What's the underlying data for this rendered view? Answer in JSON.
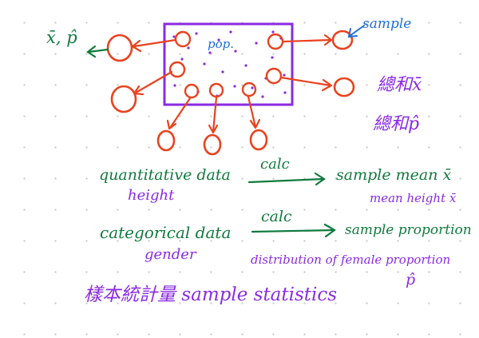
{
  "colors": {
    "population": "#8a2be2",
    "sample": "#e8431f",
    "blue": "#1f6fd6",
    "green": "#117a3e",
    "purple": "#8a2be2"
  },
  "labels": {
    "estimates": "x̄, p̂",
    "population": "pop.",
    "sample": "sample",
    "xbar_name": "總和x̄",
    "phat_name": "總和p̂"
  },
  "rows": {
    "quantitative": "quantitative data",
    "quant_calc": "calc",
    "quant_result": "sample mean x̄",
    "quant_example": "height",
    "quant_example_result": "mean height x̄",
    "categorical": "categorical data",
    "cat_calc": "calc",
    "cat_result": "sample proportion",
    "cat_example": "gender",
    "cat_distribution": "distribution of female proportion",
    "cat_phat": "p̂",
    "statistics": "樣本統計量 sample statistics"
  },
  "icons": {
    "left_arrow": "arrow-left-icon",
    "right_arrow": "arrow-right-icon",
    "down_arrow": "arrow-down-icon"
  }
}
